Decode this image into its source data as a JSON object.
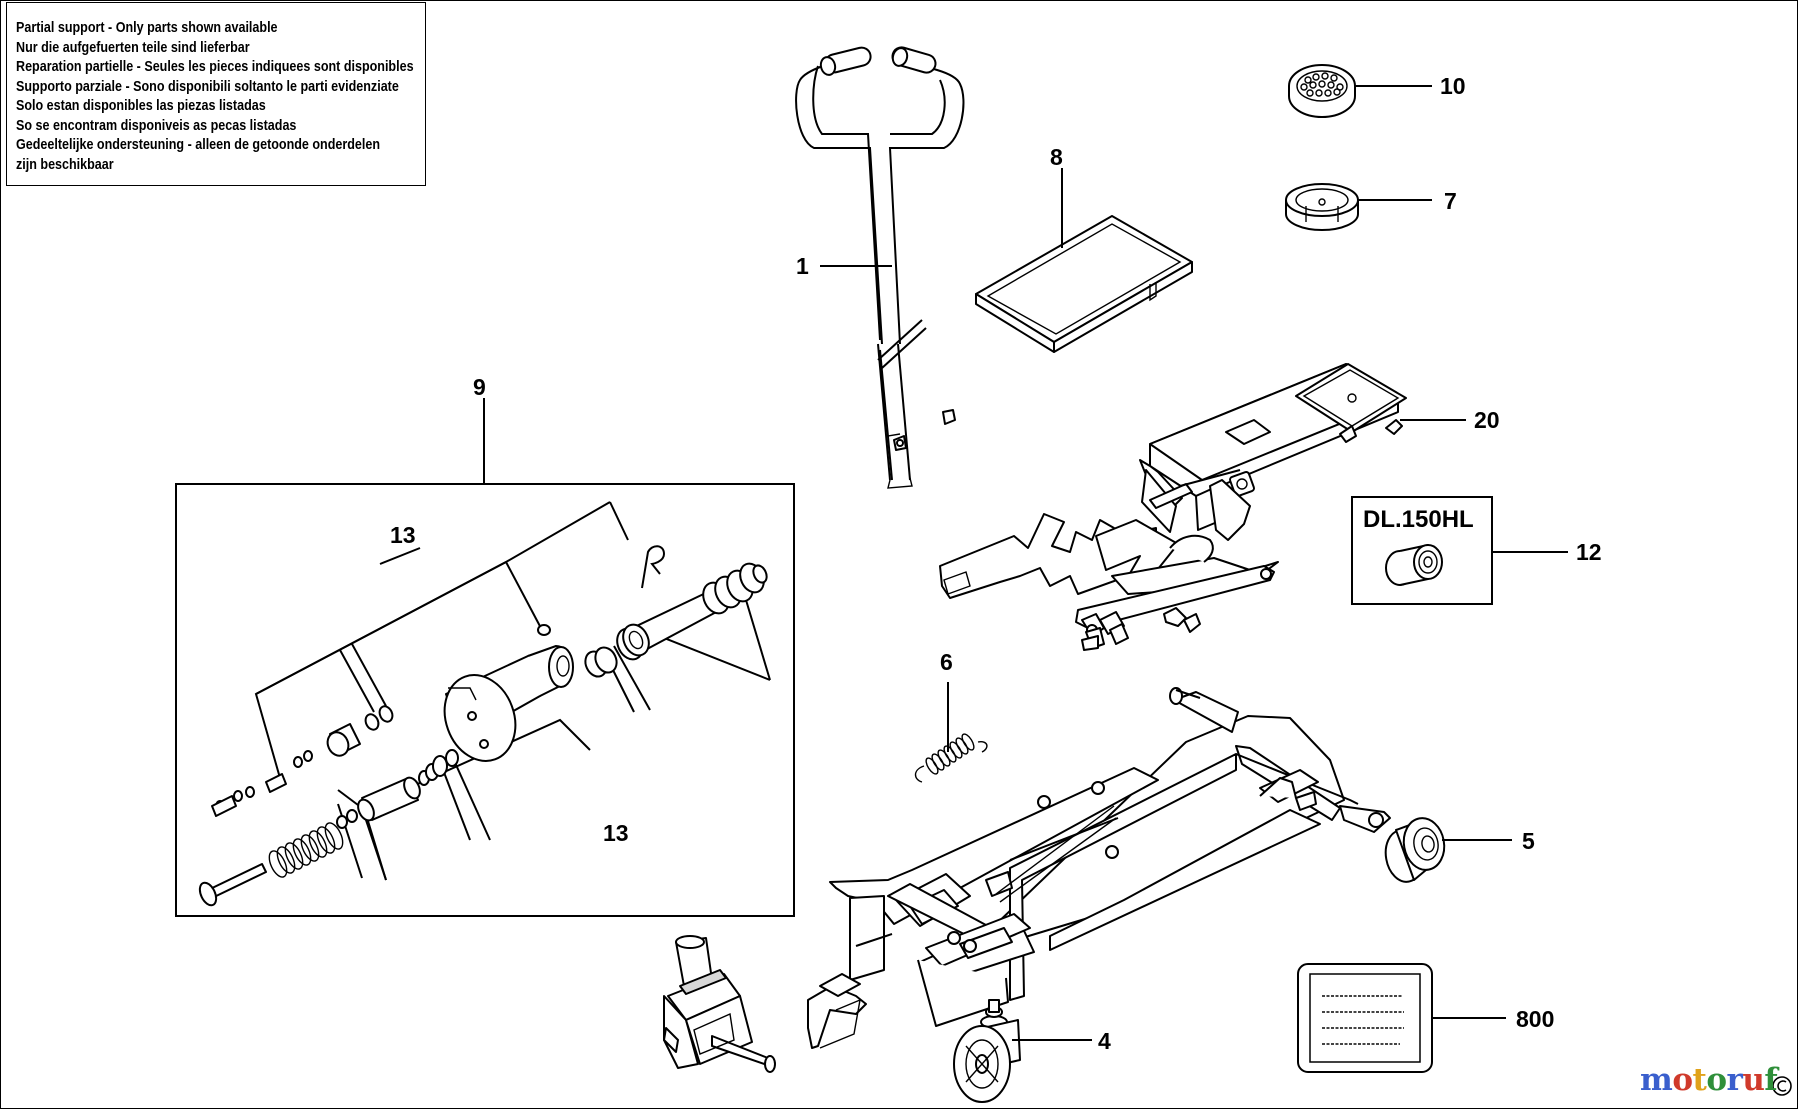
{
  "notice": {
    "lines": [
      "Partial support - Only parts shown available",
      "Nur die aufgefuerten teile sind lieferbar",
      "Reparation partielle - Seules les pieces indiquees sont disponibles",
      "Supporto parziale - Sono disponibili soltanto le parti evidenziate",
      "Solo estan disponibles las piezas listadas",
      "So se encontram disponiveis as pecas listadas",
      "Gedeeltelijke ondersteuning - alleen de getoonde onderdelen",
      "zijn beschikbaar"
    ]
  },
  "callouts": {
    "p1": "1",
    "p4": "4",
    "p5": "5",
    "p6": "6",
    "p7": "7",
    "p8": "8",
    "p9": "9",
    "p10": "10",
    "p12": "12",
    "p13a": "13",
    "p13b": "13",
    "p20": "20",
    "p800": "800"
  },
  "model_box": {
    "label": "DL.150HL"
  },
  "watermark": {
    "text": "motoruf",
    "colors": [
      "#3a5fcd",
      "#d03a2b",
      "#e0a21a",
      "#2f8f3a",
      "#3a5fcd",
      "#d03a2b",
      "#2f8f3a"
    ]
  }
}
